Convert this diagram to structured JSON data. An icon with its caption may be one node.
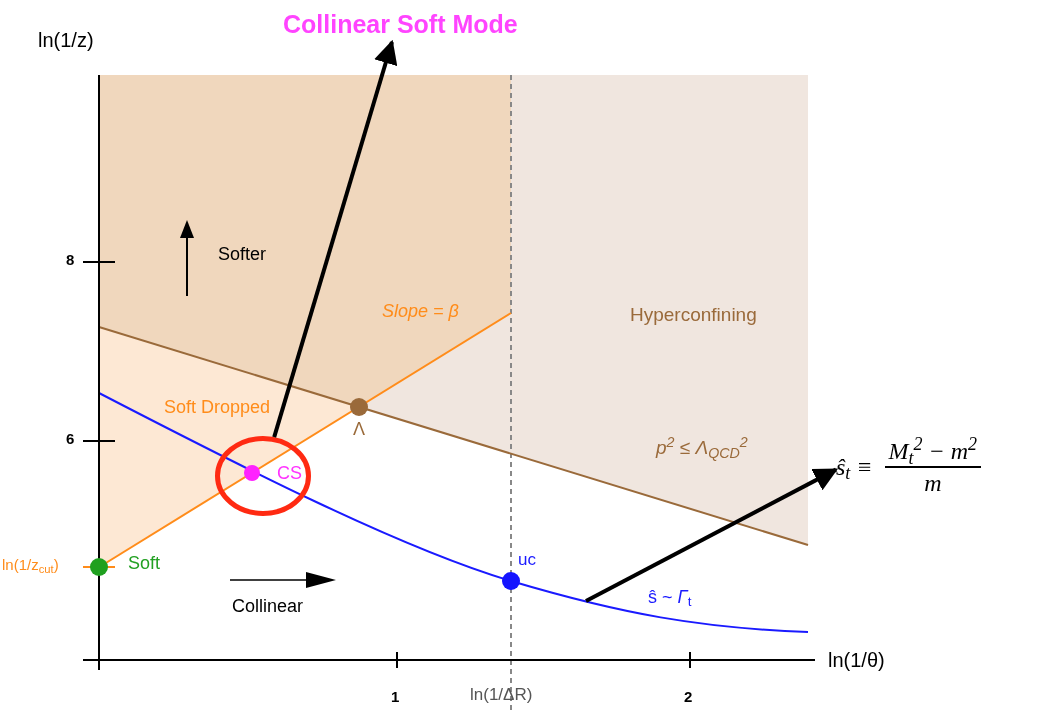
{
  "diagram": {
    "nodes": [
      {
        "text": [
          "Collinear Soft Mode"
        ]
      },
      {
        "text": [],
        "shape": "circle"
      },
      {
        "text": [
          "ŝ$_{t}$ ≡",
          "M$_{t}$$^{2}$ − m$^{2}$",
          "m"
        ]
      }
    ],
    "edges": [
      {
        "from": 1,
        "to": 0,
        "arrow": "to"
      },
      {
        "from": null,
        "to": 2,
        "arrow": "to"
      }
    ],
    "labels": [
      "ln(1/z)",
      "8",
      "6",
      "Softer",
      "Slope = β",
      "Hyperconfining",
      "Soft Dropped",
      "Λ",
      "CS",
      "p$^{2}$ ≤ Λ$_{QCD}$$^{2}$",
      "ln(1/z$_{cut}$)",
      "Soft",
      "uc",
      "Collinear",
      "ŝ ~ *Γ*$_{t}$",
      "ln(1/θ)",
      "1",
      "2",
      "ln(1/ΔR)"
    ]
  }
}
